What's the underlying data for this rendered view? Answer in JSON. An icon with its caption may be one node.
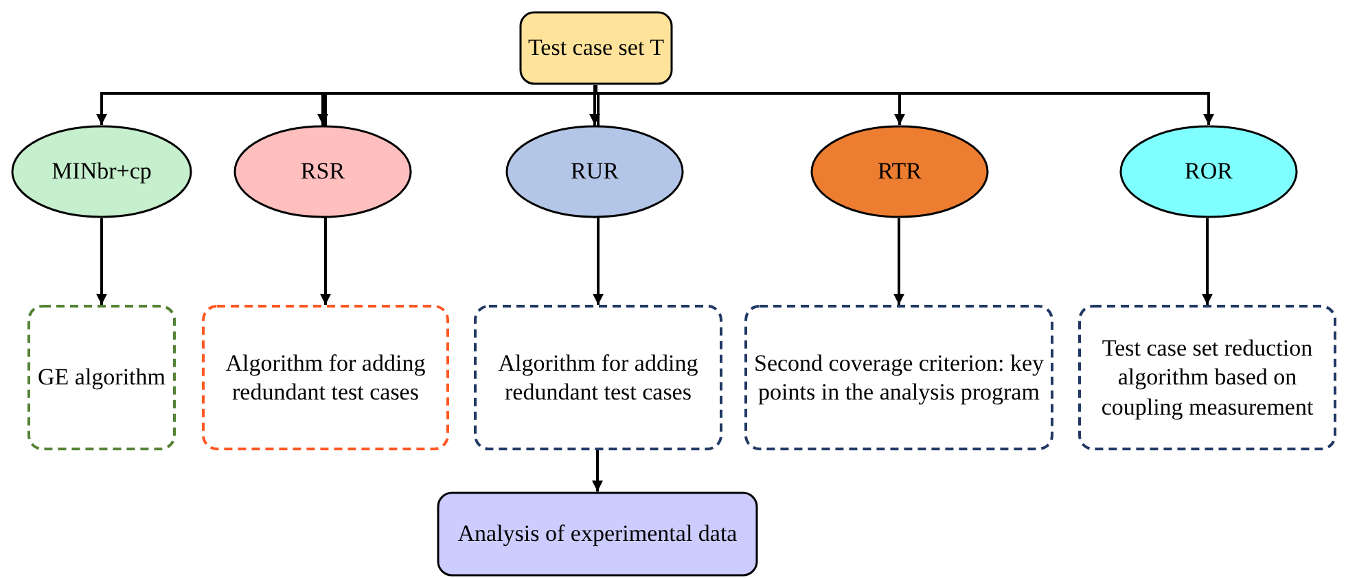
{
  "diagram": {
    "nodes": [
      {
        "text": [
          "Test case set T"
        ]
      },
      {
        "text": [
          "MINbr+cp"
        ]
      },
      {
        "text": [
          "RSR"
        ]
      },
      {
        "text": [
          "RUR"
        ]
      },
      {
        "text": [
          "RTR"
        ]
      },
      {
        "text": [
          "ROR"
        ]
      },
      {
        "text": [
          "GE algorithm"
        ]
      },
      {
        "text": [
          "Algorithm for adding redundant test cases"
        ]
      },
      {
        "text": [
          "Algorithm for adding redundant test cases"
        ]
      },
      {
        "text": [
          "Second coverage criterion: key points in the analysis program"
        ]
      },
      {
        "text": [
          "Test case set reduction algorithm based on coupling measurement"
        ]
      },
      {
        "text": [
          "Analysis of experimental data"
        ]
      }
    ],
    "edges": [
      {
        "from": 0,
        "to": 1,
        "arrow": "to"
      },
      {
        "from": 0,
        "to": 2,
        "arrow": "to"
      },
      {
        "from": 0,
        "to": 3,
        "arrow": "to"
      },
      {
        "from": 0,
        "to": 4,
        "arrow": "to"
      },
      {
        "from": 0,
        "to": 5,
        "arrow": "to"
      },
      {
        "from": 1,
        "to": 6,
        "arrow": "to"
      },
      {
        "from": 2,
        "to": 7,
        "arrow": "to"
      },
      {
        "from": 3,
        "to": 8,
        "arrow": "to"
      },
      {
        "from": 4,
        "to": 9,
        "arrow": "to"
      },
      {
        "from": 5,
        "to": 10,
        "arrow": "to"
      },
      {
        "from": 8,
        "to": 11,
        "arrow": "to"
      }
    ]
  }
}
